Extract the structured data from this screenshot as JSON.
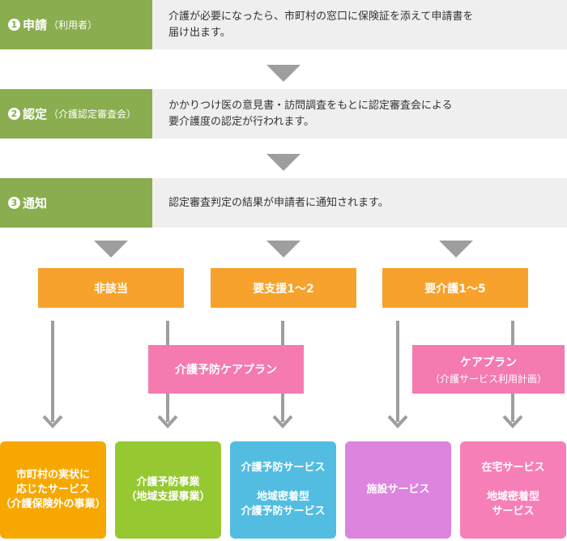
{
  "steps": [
    {
      "number": "1",
      "title": "申請",
      "sub": "（利用者）",
      "desc": "介護が必要になったら、市町村の窓口に保険証を添えて申請書を\n届け出ます。"
    },
    {
      "number": "2",
      "title": "認定",
      "sub": "（介護認定審査会）",
      "desc": "かかりつけ医の意見書・訪問調査をもとに認定審査会による\n要介護度の認定が行われます。"
    },
    {
      "number": "3",
      "title": "通知",
      "sub": "",
      "desc": "認定審査判定の結果が申請者に通知されます。"
    }
  ],
  "results": [
    "非該当",
    "要支援1～2",
    "要介護1～5"
  ],
  "plans": {
    "prevention": "介護予防ケアプラン",
    "care": "ケアプラン",
    "care_sub": "（介護サービス利用計画）"
  },
  "services": [
    {
      "label": "市町村の実状に\n応じたサービス\n（介護保険外の事業）",
      "color": "#f7a800"
    },
    {
      "label": "介護予防事業\n（地域支援事業）",
      "color": "#96c832"
    },
    {
      "label": "介護予防サービス\n\n地域密着型\n介護予防サービス",
      "color": "#52bde0"
    },
    {
      "label": "施設サービス",
      "color": "#dd84df"
    },
    {
      "label": "在宅サービス\n\n地域密着型\nサービス",
      "color": "#f77fb8"
    }
  ],
  "colors": {
    "step_label": "#8aad4f",
    "result": "#f7a22c",
    "plan": "#f47ab0",
    "arrow": "#9e9e9e"
  }
}
